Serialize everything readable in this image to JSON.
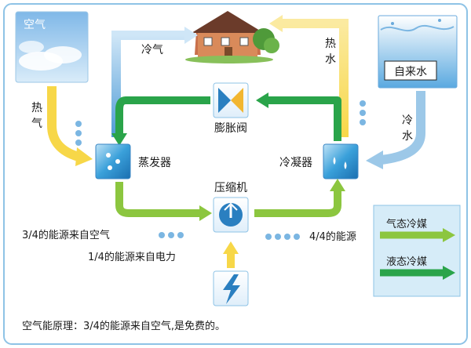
{
  "labels": {
    "air_box": "空气",
    "cold_air": "冷气",
    "hot_air_1": "热",
    "hot_air_2": "气",
    "hot_water_1": "热",
    "hot_water_2": "水",
    "tap_water": "自来水",
    "cold_water_1": "冷",
    "cold_water_2": "水",
    "expansion_valve": "膨胀阀",
    "evaporator": "蒸发器",
    "condenser": "冷凝器",
    "compressor": "压缩机",
    "energy_from_air": "3/4的能源来自空气",
    "energy_from_power": "1/4的能源来自电力",
    "total_energy": "4/4的能源",
    "legend_gas": "气态冷媒",
    "legend_liquid": "液态冷媒",
    "footer": "空气能原理：3/4的能源来自空气,是免费的。"
  },
  "colors": {
    "gas_refrigerant": "#8cc63f",
    "liquid_refrigerant": "#2aa44a",
    "hot_flow": "#f7d748",
    "cold_flow": "#9cc8e8",
    "border": "#8ec3e6",
    "legend_bg": "#d6ecf8"
  },
  "icons": {
    "house": "house-icon",
    "air": "sky-cloud-icon",
    "water": "water-splash-icon",
    "valve": "expansion-valve-icon",
    "compressor": "compressor-icon",
    "power": "lightning-icon"
  }
}
